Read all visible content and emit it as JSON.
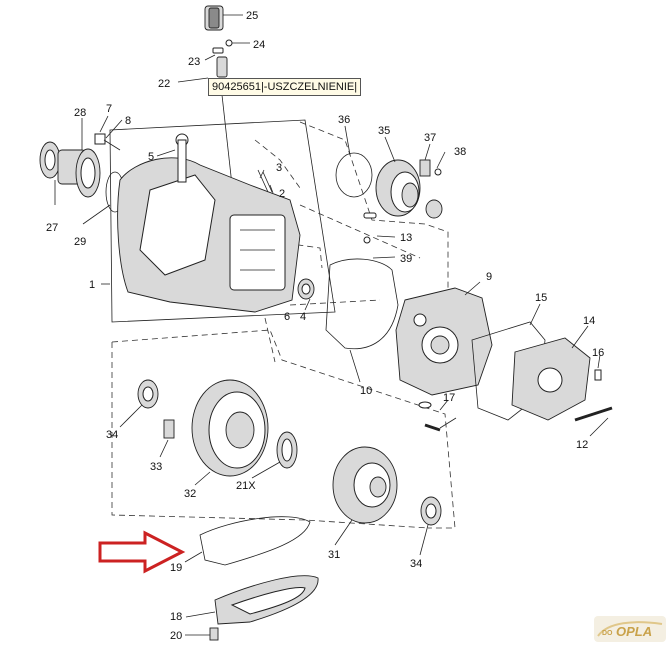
{
  "tooltip": "90425651|-USZCZELNIENIE|",
  "labels": [
    "25",
    "24",
    "23",
    "22",
    "7",
    "28",
    "8",
    "36",
    "35",
    "37",
    "38",
    "5",
    "3",
    "2",
    "1",
    "27",
    "29",
    "13",
    "39",
    "4",
    "6",
    "9",
    "15",
    "14",
    "16",
    "10",
    "17",
    "12",
    "34",
    "33",
    "32",
    "21X",
    "31",
    "34",
    "19",
    "18",
    "20"
  ],
  "logo": {
    "text": "OPLA",
    "prefix": "DO"
  },
  "colors": {
    "arrow": "#cc2222",
    "tooltip_bg": "#fffbe6"
  }
}
